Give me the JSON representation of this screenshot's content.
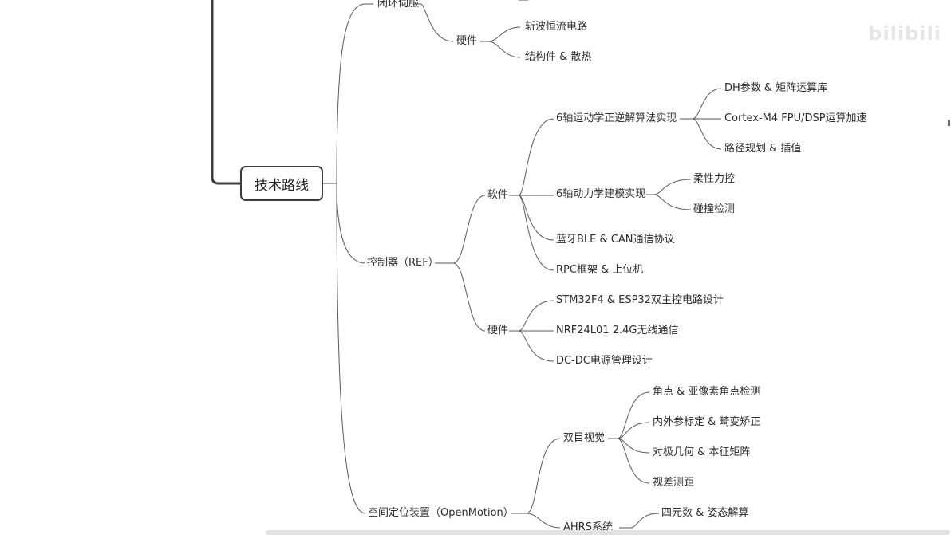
{
  "root": {
    "label": "技术路线"
  },
  "watermark": {
    "text": "bilibili"
  },
  "branches": {
    "servo": {
      "label": "闭环伺服",
      "hardware": {
        "label": "硬件",
        "items": [
          "斩波恒流电路",
          "结构件 & 散热"
        ]
      }
    },
    "controller": {
      "label": "控制器（REF）",
      "software": {
        "label": "软件",
        "kinematics": {
          "label": "6轴运动学正逆解算法实现",
          "items": [
            "DH参数 & 矩阵运算库",
            "Cortex-M4 FPU/DSP运算加速",
            "路径规划 & 插值"
          ]
        },
        "dynamics": {
          "label": "6轴动力学建模实现",
          "items": [
            "柔性力控",
            "碰撞检测"
          ]
        },
        "bluetooth": "蓝牙BLE & CAN通信协议",
        "rpc": "RPC框架 & 上位机"
      },
      "hardware": {
        "label": "硬件",
        "items": [
          "STM32F4 & ESP32双主控电路设计",
          "NRF24L01 2.4G无线通信",
          "DC-DC电源管理设计"
        ]
      }
    },
    "positioning": {
      "label": "空间定位装置（OpenMotion）",
      "stereo": {
        "label": "双目视觉",
        "items": [
          "角点 & 亚像素角点检测",
          "内外参标定 & 畸变矫正",
          "对极几何 & 本征矩阵",
          "视差测距"
        ]
      },
      "ahrs": {
        "label": "AHRS系统",
        "items": [
          "四元数 & 姿态解算"
        ]
      }
    }
  }
}
